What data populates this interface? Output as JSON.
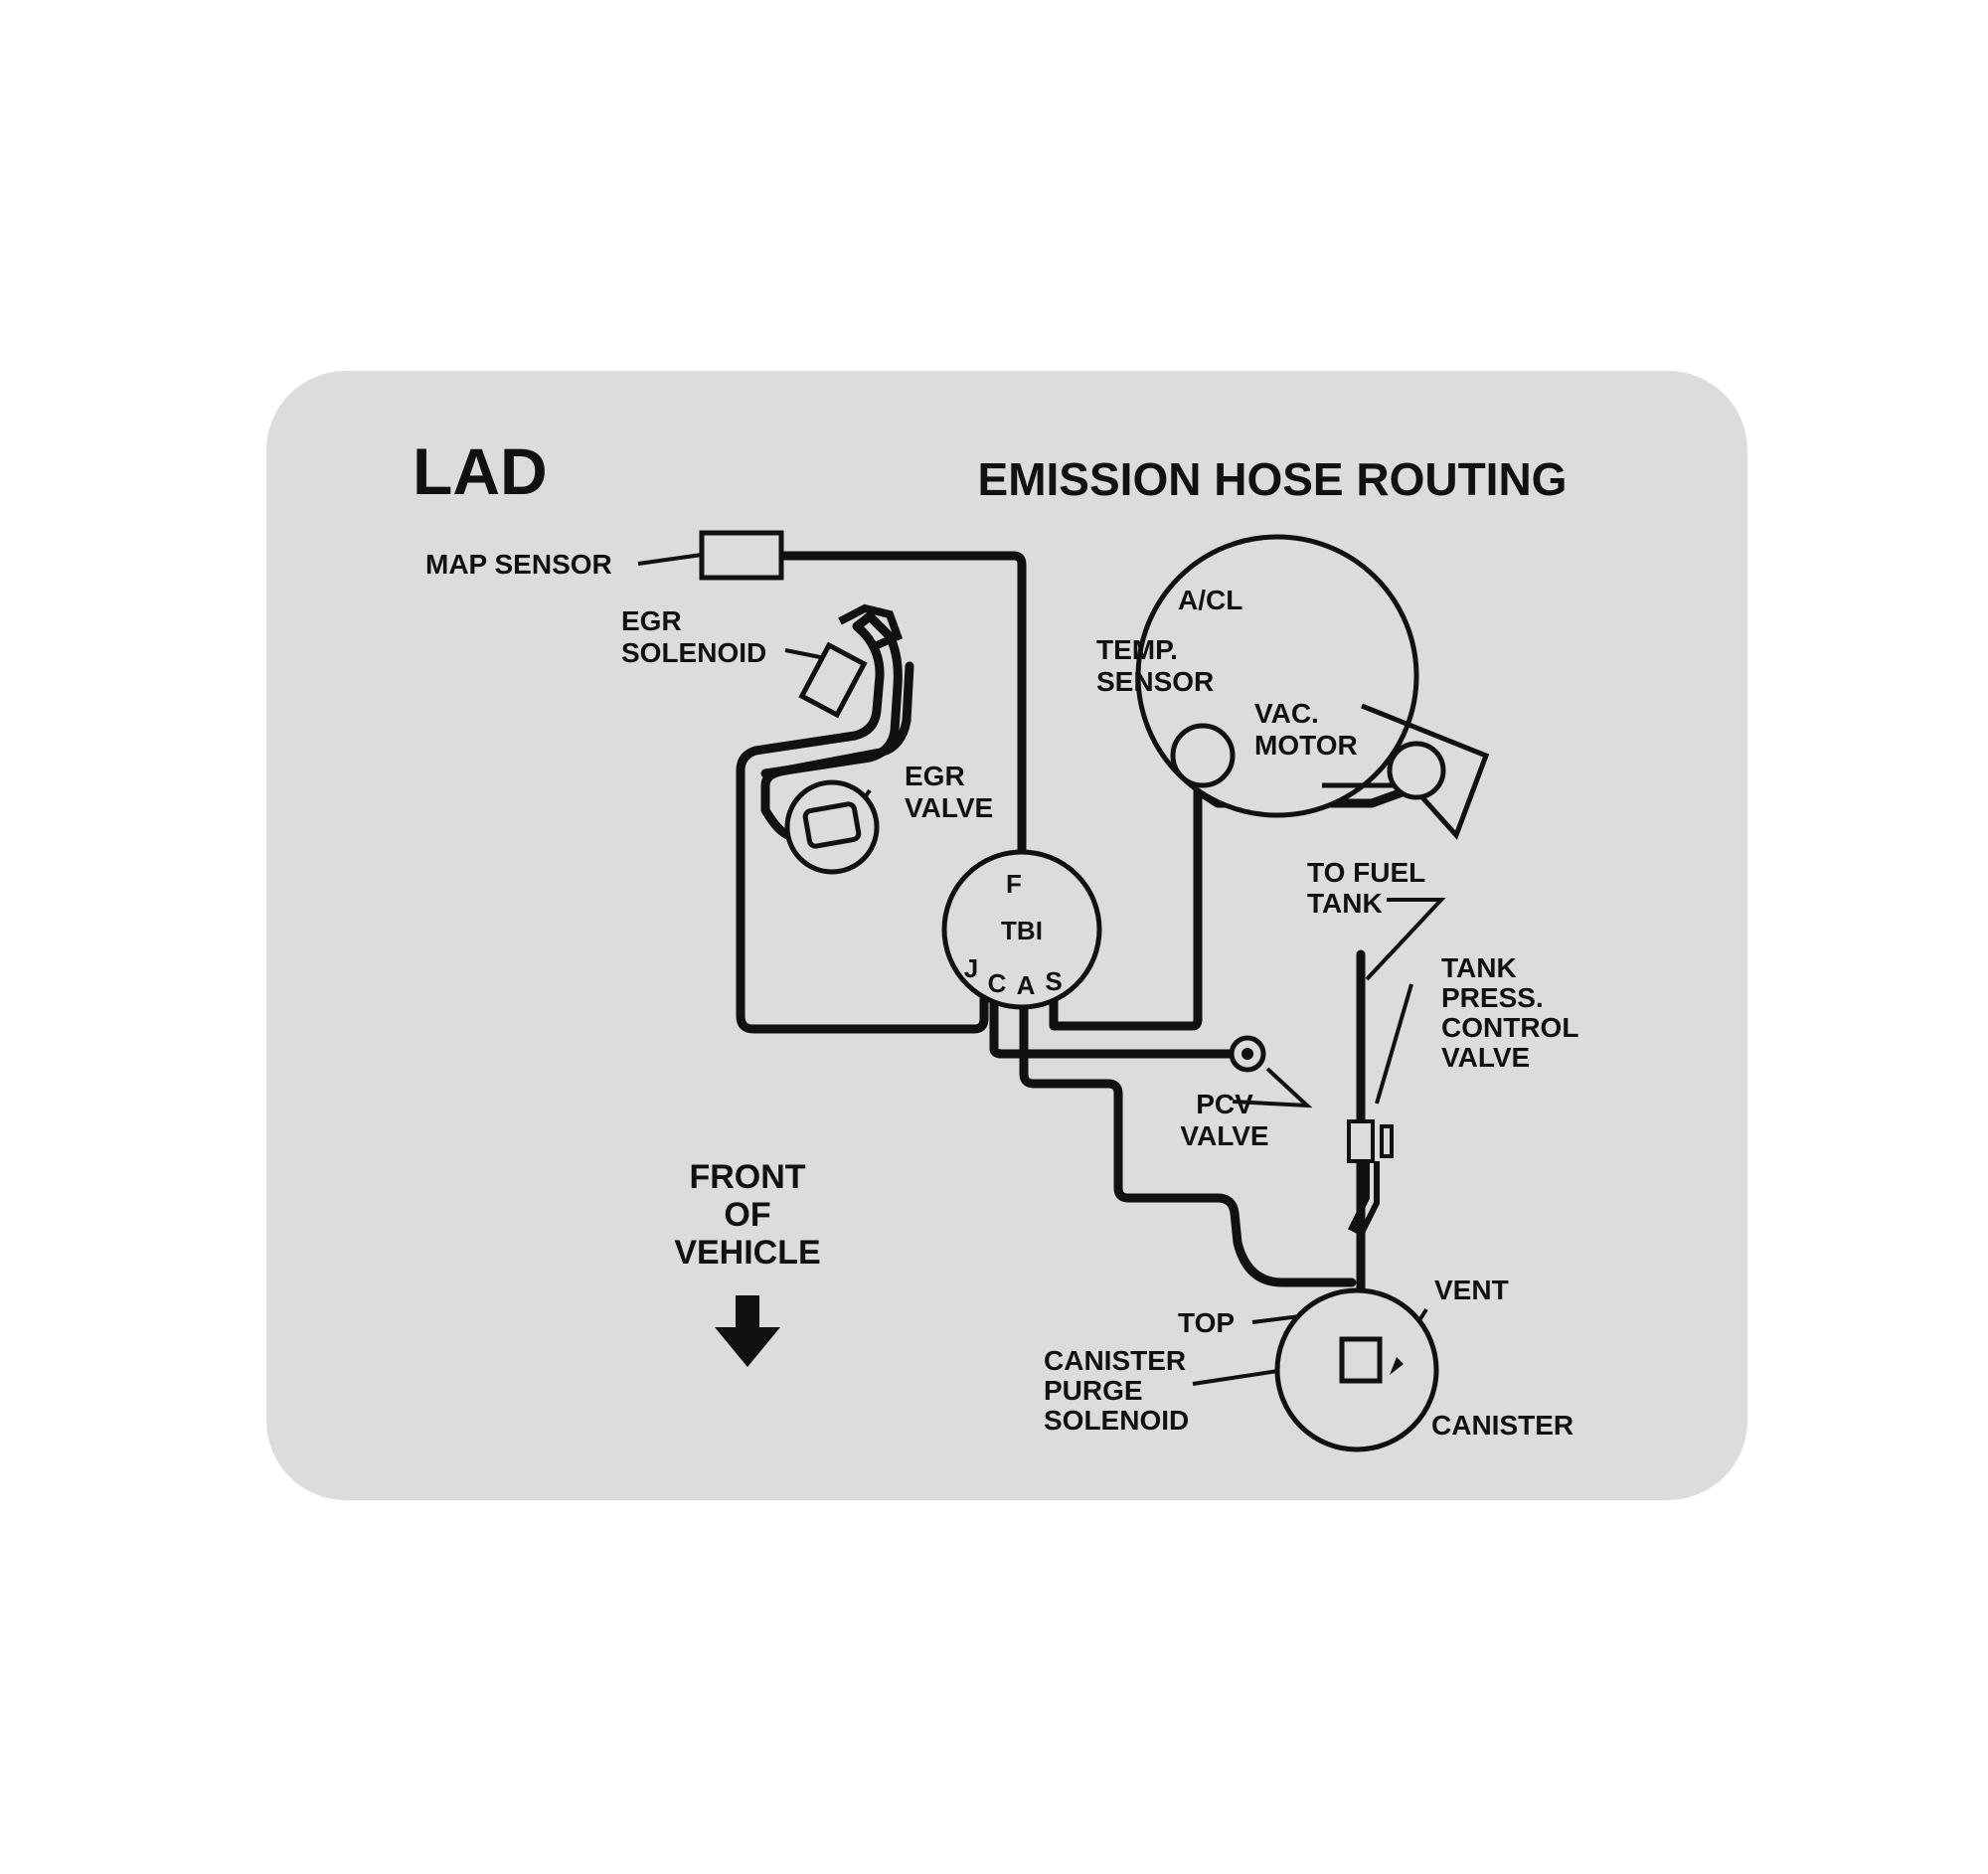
{
  "label": {
    "code": "LAD",
    "title": "EMISSION HOSE ROUTING",
    "colors": {
      "card": "#dcdcdc",
      "ink": "#111111",
      "background": "#ffffff"
    }
  },
  "components": {
    "map_sensor": "MAP SENSOR",
    "egr_solenoid": [
      "EGR",
      "SOLENOID"
    ],
    "egr_valve": [
      "EGR",
      "VALVE"
    ],
    "air_cleaner": "A/CL",
    "temp_sensor": [
      "TEMP.",
      "SENSOR"
    ],
    "vac_motor": [
      "VAC.",
      "MOTOR"
    ],
    "tbi": {
      "name": "TBI",
      "ports": {
        "f": "F",
        "j": "J",
        "c": "C",
        "a": "A",
        "s": "S"
      }
    },
    "pcv_valve": [
      "PCV",
      "VALVE"
    ],
    "to_fuel_tank": [
      "TO FUEL",
      "TANK"
    ],
    "tank_press_valve": [
      "TANK",
      "PRESS.",
      "CONTROL",
      "VALVE"
    ],
    "vent": "VENT",
    "top": "TOP",
    "canister_purge_solenoid": [
      "CANISTER",
      "PURGE",
      "SOLENOID"
    ],
    "canister": "CANISTER"
  },
  "front_indicator": {
    "lines": [
      "FRONT",
      "OF",
      "VEHICLE"
    ],
    "icon": "arrow-down-icon"
  }
}
